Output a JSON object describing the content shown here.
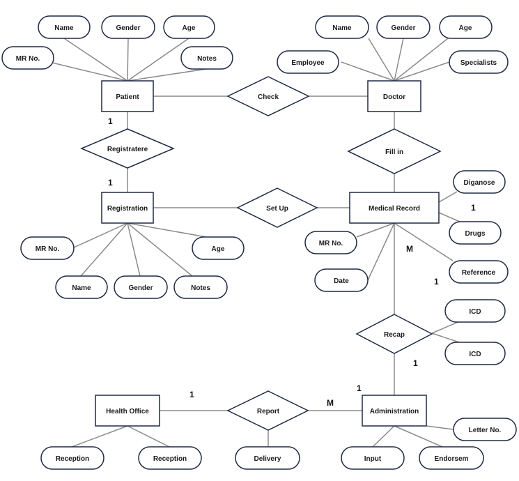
{
  "entities": {
    "patient": "Patient",
    "doctor": "Doctor",
    "registration": "Registration",
    "medical_record": "Medical Record",
    "health_office": "Health Office",
    "administration": "Administration"
  },
  "relationships": {
    "check": "Check",
    "registratere": "Registratere",
    "fill_in": "Fill in",
    "set_up": "Set Up",
    "recap": "Recap",
    "report": "Report"
  },
  "attributes": {
    "patient_name": "Name",
    "patient_gender": "Gender",
    "patient_age": "Age",
    "patient_mr_no": "MR No.",
    "patient_notes": "Notes",
    "doctor_name": "Name",
    "doctor_gender": "Gender",
    "doctor_age": "Age",
    "doctor_employee": "Employee",
    "doctor_specialists": "Specialists",
    "registration_mr_no": "MR No.",
    "registration_age": "Age",
    "registration_name": "Name",
    "registration_gender": "Gender",
    "registration_notes": "Notes",
    "record_diganose": "Diganose",
    "record_drugs": "Drugs",
    "record_mr_no": "MR No.",
    "record_reference": "Reference",
    "record_date": "Date",
    "recap_icd_1": "ICD",
    "recap_icd_2": "ICD",
    "office_reception_1": "Reception",
    "office_reception_2": "Reception",
    "report_delivery": "Delivery",
    "admin_letter_no": "Letter No.",
    "admin_input": "Input",
    "admin_endorsem": "Endorsem"
  },
  "cardinalities": {
    "patient_registratere": "1",
    "registration_registratere": "1",
    "record_drugs": "1",
    "record_recap": "M",
    "record_reference": "1",
    "recap_admin": "1",
    "admin_recap": "1",
    "office_report": "1",
    "admin_report": "M"
  }
}
